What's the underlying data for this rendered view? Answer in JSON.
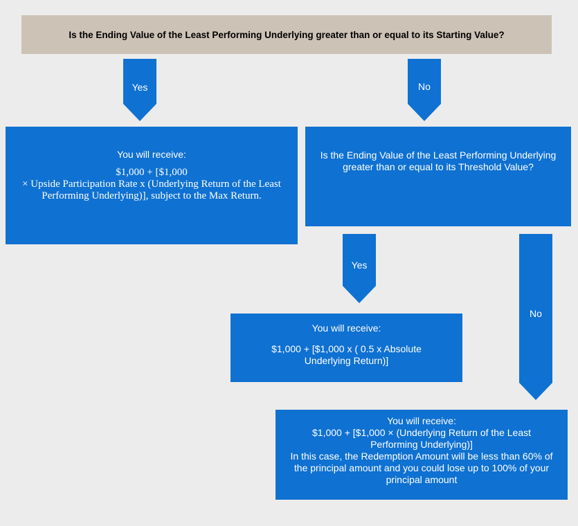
{
  "colors": {
    "background": "#ececec",
    "question_box": "#cdc2b6",
    "blue": "#0f71d1",
    "text_light": "#ffffff"
  },
  "top_question": "Is the Ending Value of the Least Performing Underlying greater than or equal to its Starting Value?",
  "arrows": {
    "top_yes": "Yes",
    "top_no": "No",
    "mid_yes": "Yes",
    "mid_no": "No"
  },
  "box_yes": {
    "line1": "You will receive:",
    "line2": "$1,000 + [$1,000",
    "line3": "× Upside Participation Rate x (Underlying Return of the Least Performing Underlying)], subject to the Max Return."
  },
  "box_threshold_question": "Is the Ending Value of the Least Performing Underlying greater than or equal to its Threshold Value?",
  "box_threshold_yes": {
    "line1": "You will receive:",
    "line2": "$1,000 + [$1,000 x ( 0.5 x Absolute Underlying Return)]"
  },
  "box_threshold_no": {
    "line1": "You will receive:",
    "line2": "$1,000 + [$1,000 × (Underlying Return of the Least Performing Underlying)]",
    "line3": "In this case, the Redemption Amount will be less than 60% of the principal amount and you could lose up to 100% of your principal amount"
  }
}
